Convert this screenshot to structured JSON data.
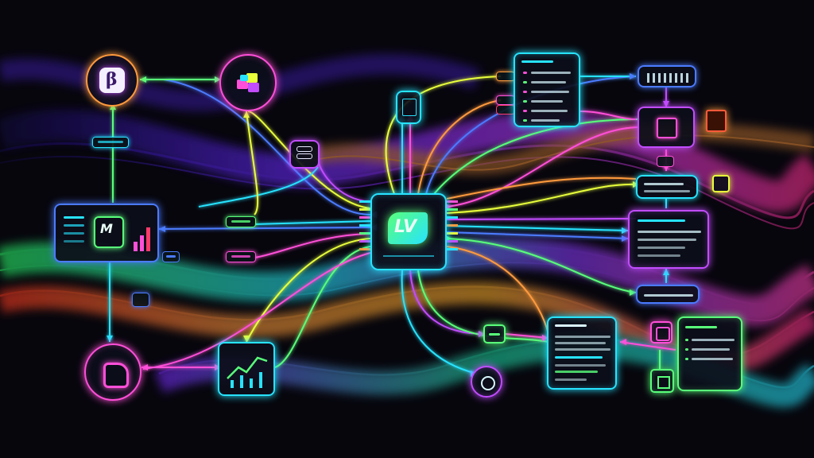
{
  "diagram": {
    "hub_label": "LV",
    "logo_label": "β",
    "monitor_label": "M",
    "colors": {
      "background": "#07060d",
      "cyan": "#27e3ff",
      "purple": "#c24cff",
      "green": "#59ff7a",
      "magenta": "#ff4fd8",
      "orange": "#ff9a3c",
      "yellow": "#e8ff3a",
      "blue": "#4b7bff"
    },
    "icons": [
      "beta-logo-icon",
      "cubes-icon",
      "monitor-icon",
      "database-icon",
      "document-icon",
      "chart-icon",
      "shopping-bag-icon",
      "cube-icon",
      "cpu-icon",
      "router-icon",
      "mask-icon",
      "tag-icon"
    ]
  }
}
